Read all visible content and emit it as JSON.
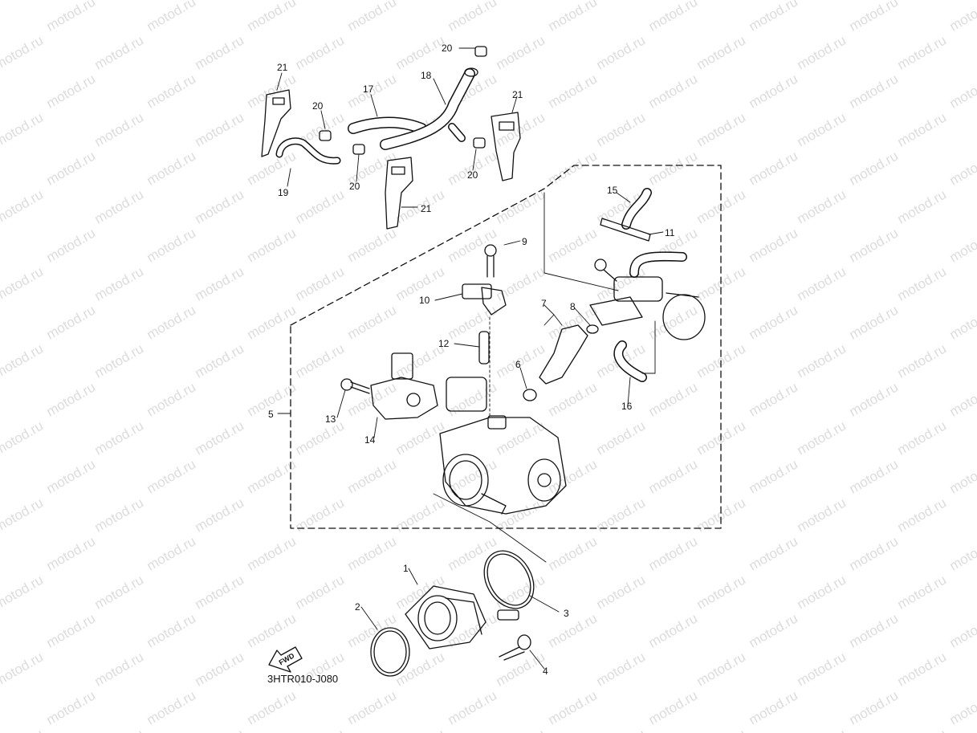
{
  "diagram": {
    "code": "3HTR010-J080",
    "forward_label": "FWD",
    "watermark": "motod.ru",
    "callouts": [
      {
        "n": "1"
      },
      {
        "n": "2"
      },
      {
        "n": "3"
      },
      {
        "n": "4"
      },
      {
        "n": "5"
      },
      {
        "n": "6"
      },
      {
        "n": "7"
      },
      {
        "n": "8"
      },
      {
        "n": "9"
      },
      {
        "n": "10"
      },
      {
        "n": "11"
      },
      {
        "n": "12"
      },
      {
        "n": "13"
      },
      {
        "n": "14"
      },
      {
        "n": "15"
      },
      {
        "n": "16"
      },
      {
        "n": "17"
      },
      {
        "n": "18"
      },
      {
        "n": "19"
      },
      {
        "n": "20"
      },
      {
        "n": "20"
      },
      {
        "n": "20"
      },
      {
        "n": "20"
      },
      {
        "n": "21"
      },
      {
        "n": "21"
      },
      {
        "n": "21"
      }
    ]
  }
}
